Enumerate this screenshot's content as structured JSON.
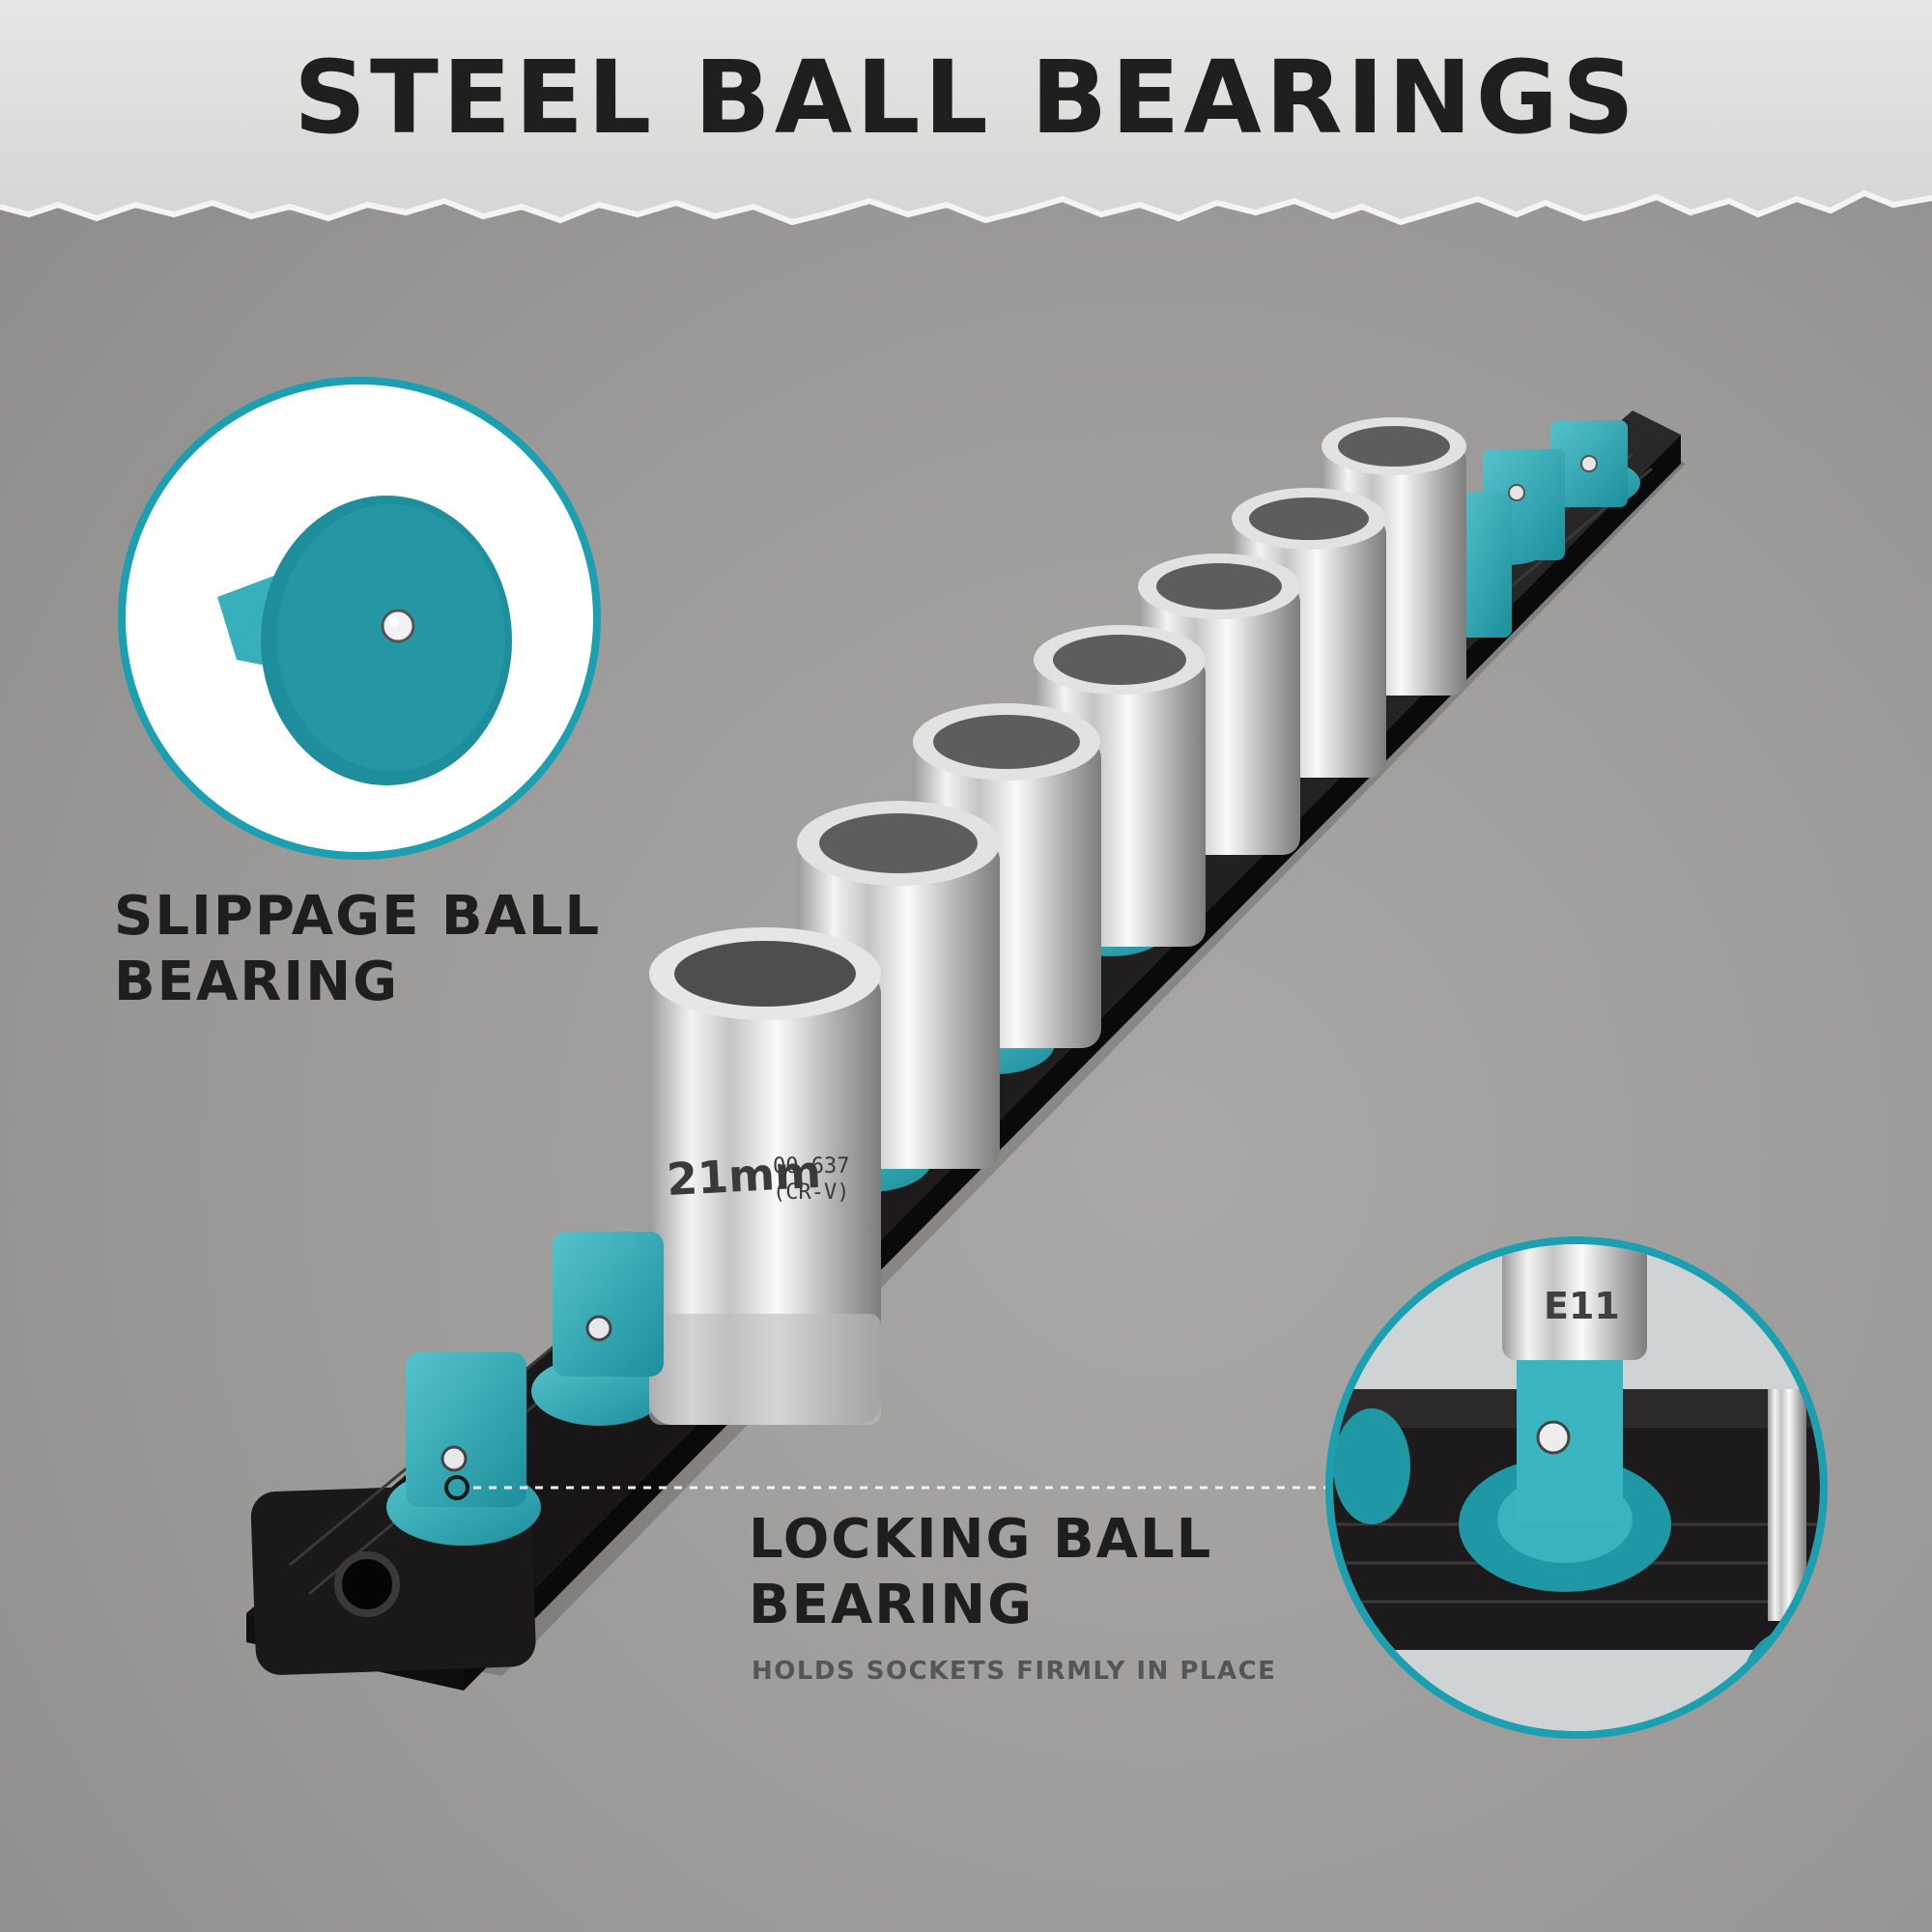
{
  "title": "STEEL BALL BEARINGS",
  "callouts": {
    "slippage": {
      "line1": "SLIPPAGE BALL",
      "line2": "BEARING"
    },
    "locking": {
      "line1": "LOCKING BALL",
      "line2": "BEARING",
      "subtitle": "HOLDS SOCKETS FIRMLY IN PLACE"
    }
  },
  "socket_markings": {
    "size": "21mm",
    "part": "00-637",
    "material": "(CR-V)",
    "detail_text": "E11"
  },
  "colors": {
    "accent": "#1aa0b0",
    "teal_part": "#2aa9b5",
    "rail": "#1d1b1c",
    "chrome": "#d9d9d9"
  },
  "icons": [
    "slippage-bearing-detail-icon",
    "locking-bearing-detail-icon"
  ]
}
